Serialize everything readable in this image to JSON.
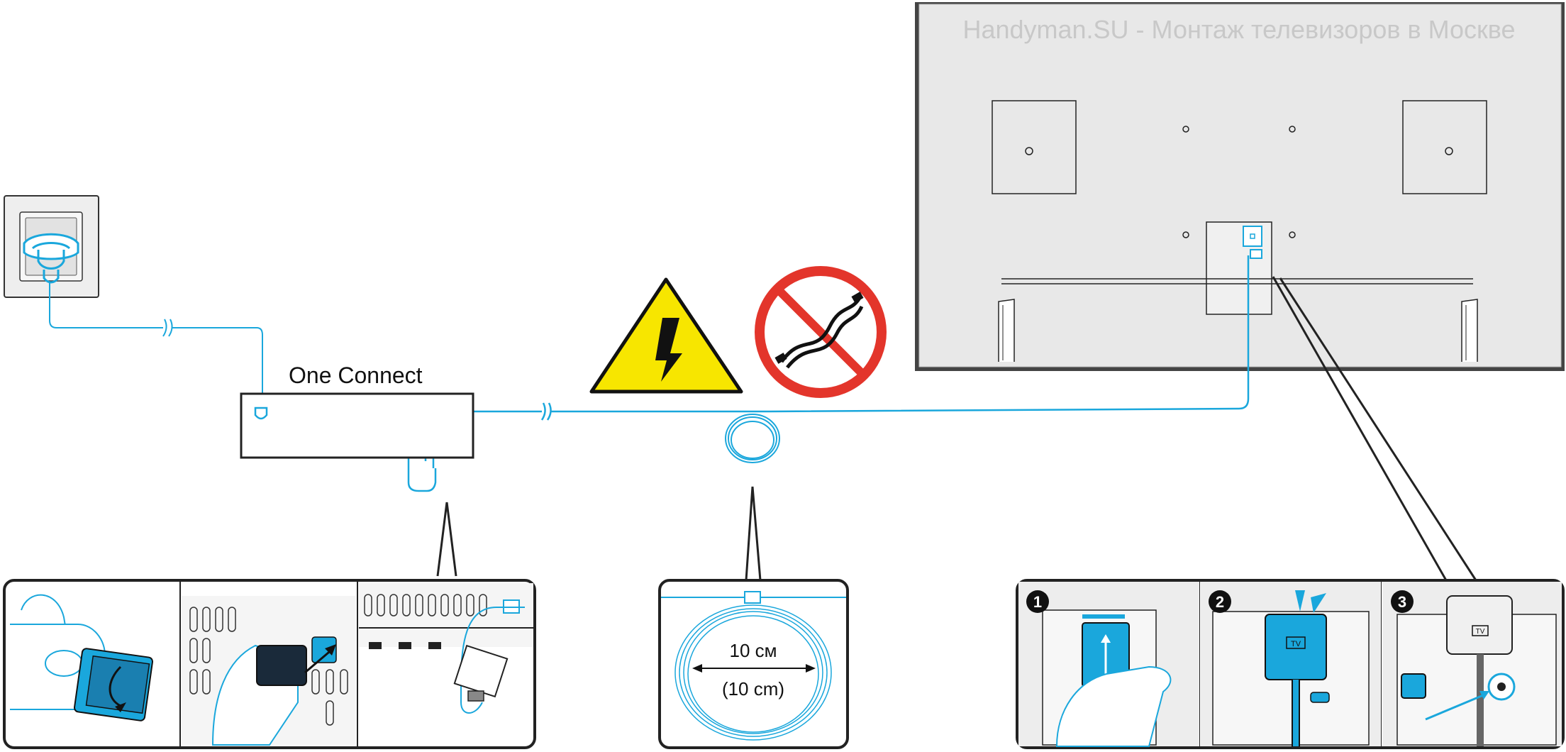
{
  "watermark": "Handyman.SU - Монтаж телевизоров в Москве",
  "one_connect_label": "One Connect",
  "coil_label_ru": "10 см",
  "coil_label_en": "(10 cm)",
  "steps": [
    "1",
    "2",
    "3"
  ],
  "tv_badge": "TV",
  "colors": {
    "cable": "#1aa7dc",
    "accent_fill": "#1aa7dc",
    "warning_yellow": "#f7e600",
    "prohibit_red": "#e3352b",
    "tv_back": "#e8e8e8",
    "outline": "#222222",
    "watermark": "#c8c8c8"
  },
  "icons": [
    "wall-socket-icon",
    "power-plug-icon",
    "warning-high-voltage-icon",
    "no-tangled-cable-icon",
    "cable-coil-icon"
  ]
}
